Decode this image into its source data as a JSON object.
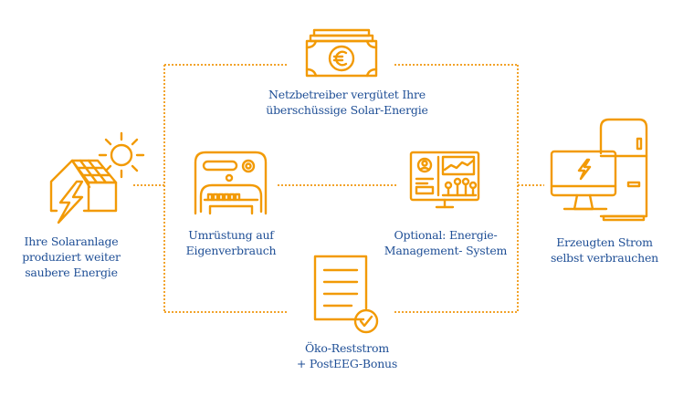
{
  "diagram": {
    "accent_color": "#f29a05",
    "text_color": "#1f4f96",
    "nodes": [
      {
        "id": "solar",
        "icon": "solar-house-icon",
        "lines": [
          "Ihre Solaranlage",
          "produziert weiter",
          "saubere Energie"
        ]
      },
      {
        "id": "grid-payment",
        "icon": "euro-banknote-icon",
        "lines": [
          "Netzbetreiber vergütet Ihre",
          "überschüssige Solar-Energie"
        ]
      },
      {
        "id": "meter",
        "icon": "electricity-meter-icon",
        "lines": [
          "Umrüstung auf",
          "Eigenverbrauch"
        ]
      },
      {
        "id": "ems",
        "icon": "energy-dashboard-monitor-icon",
        "lines": [
          "Optional: Energie-",
          "Management- System"
        ]
      },
      {
        "id": "consumption",
        "icon": "monitor-and-fridge-icon",
        "lines": [
          "Erzeugten Strom",
          "selbst verbrauchen"
        ]
      },
      {
        "id": "tariff",
        "icon": "document-checkmark-icon",
        "lines": [
          "Öko-Reststrom",
          "+ PostEEG-Bonus"
        ]
      }
    ]
  }
}
